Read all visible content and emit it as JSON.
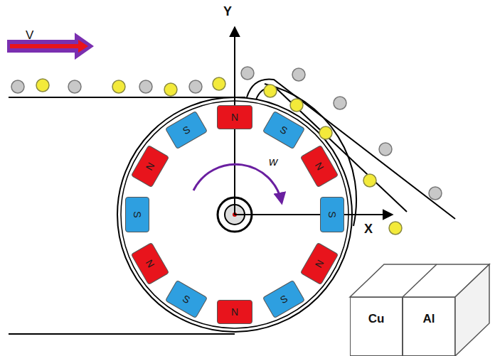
{
  "diagram": {
    "nodes": [
      {
        "text": [
          "N"
        ]
      },
      {
        "text": [
          "S"
        ]
      },
      {
        "text": [
          "N"
        ]
      },
      {
        "text": [
          "S"
        ]
      },
      {
        "text": [
          "N"
        ]
      },
      {
        "text": [
          "S"
        ]
      },
      {
        "text": [
          "N"
        ]
      },
      {
        "text": [
          "S"
        ]
      },
      {
        "text": [
          "N"
        ]
      },
      {
        "text": [
          "S"
        ]
      },
      {
        "text": [
          "N"
        ]
      },
      {
        "text": [
          "S"
        ]
      },
      {
        "text": [
          "Cu"
        ]
      },
      {
        "text": [
          "Al"
        ]
      }
    ],
    "labels": [
      "V",
      "Y",
      "X",
      "w"
    ]
  }
}
